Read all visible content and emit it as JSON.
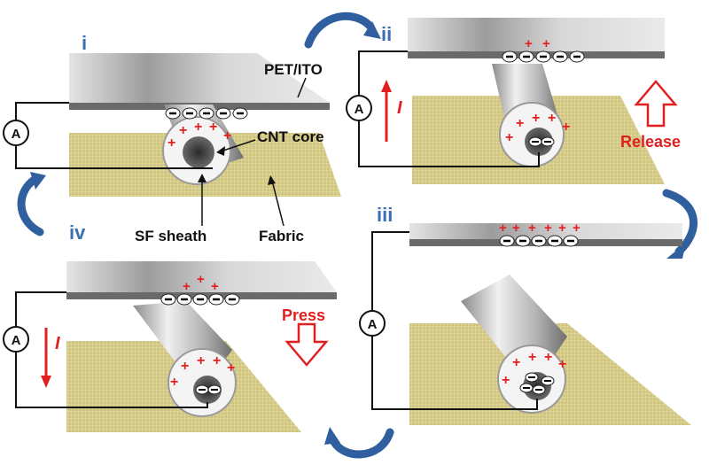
{
  "panels": {
    "i": {
      "numeral": "i"
    },
    "ii": {
      "numeral": "ii",
      "action": "Release",
      "current": "I"
    },
    "iii": {
      "numeral": "iii"
    },
    "iv": {
      "numeral": "iv",
      "action": "Press",
      "current": "I"
    }
  },
  "labels": {
    "electrode": "PET/ITO",
    "core": "CNT core",
    "sheath": "SF sheath",
    "substrate": "Fabric",
    "ammeter": "A"
  },
  "colors": {
    "cycle_arrow": "#2f5f9e",
    "numeral": "#3a6fb5",
    "action": "#e02020",
    "current_arrow": "#e02020",
    "fabric": "#d8cf8e",
    "plate": "#c9c9c9"
  },
  "icons": {
    "cycle_arrow": "curved-arrow-icon",
    "press": "down-arrow-outline-icon",
    "release": "up-arrow-outline-icon"
  }
}
